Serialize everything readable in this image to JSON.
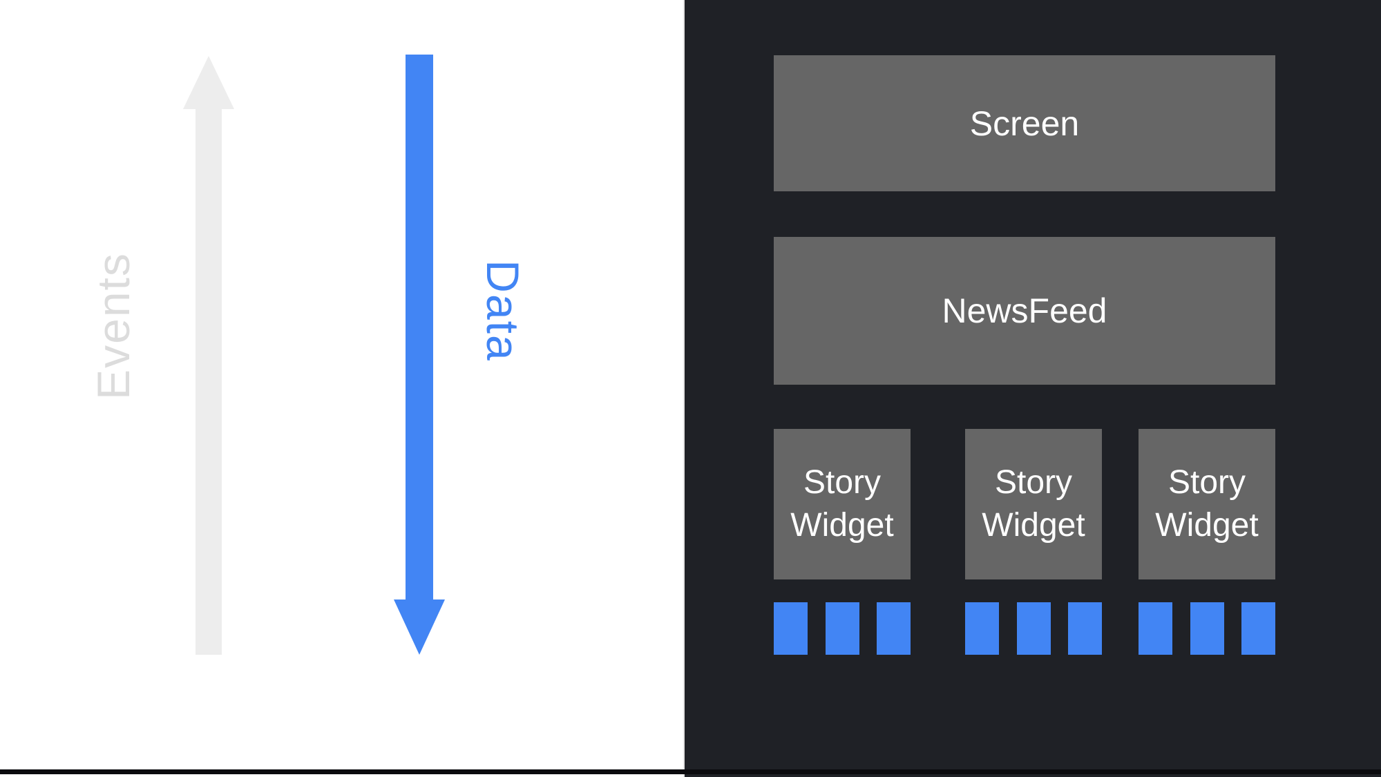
{
  "diagram": {
    "left_panel": {
      "events_arrow_label": "Events",
      "data_arrow_label": "Data"
    },
    "right_panel": {
      "screen_box_label": "Screen",
      "newsfeed_box_label": "NewsFeed",
      "story_widgets": [
        {
          "line1": "Story",
          "line2": "Widget"
        },
        {
          "line1": "Story",
          "line2": "Widget"
        },
        {
          "line1": "Story",
          "line2": "Widget"
        }
      ],
      "data_blocks_per_widget": 3
    },
    "colors": {
      "accent_blue": "#4285f4",
      "panel_dark": "#1f2126",
      "box_gray": "#666666",
      "arrow_light_gray": "#ededed",
      "events_text_gray": "#dcdcdc",
      "box_text_white": "#ffffff",
      "page_white": "#ffffff",
      "bottom_line_black": "#0b0b0e"
    }
  }
}
